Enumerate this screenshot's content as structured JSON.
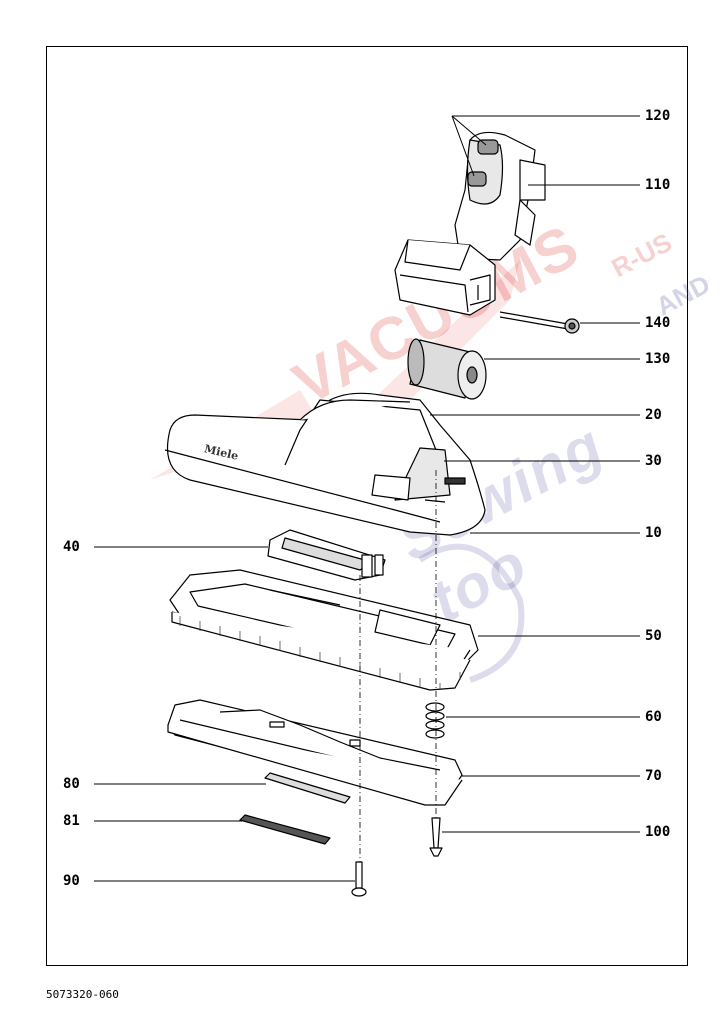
{
  "callouts": {
    "c120": "120",
    "c110": "110",
    "c140": "140",
    "c130": "130",
    "c20": "20",
    "c30": "30",
    "c10": "10",
    "c40": "40",
    "c50": "50",
    "c60": "60",
    "c70": "70",
    "c80": "80",
    "c81": "81",
    "c100": "100",
    "c90": "90"
  },
  "brand_mark": "Miele",
  "document_number": "5073320-060",
  "watermark": {
    "main": "VACUUMS",
    "r_us": "R-US",
    "and": "AND",
    "sewing": "Sewing too"
  }
}
